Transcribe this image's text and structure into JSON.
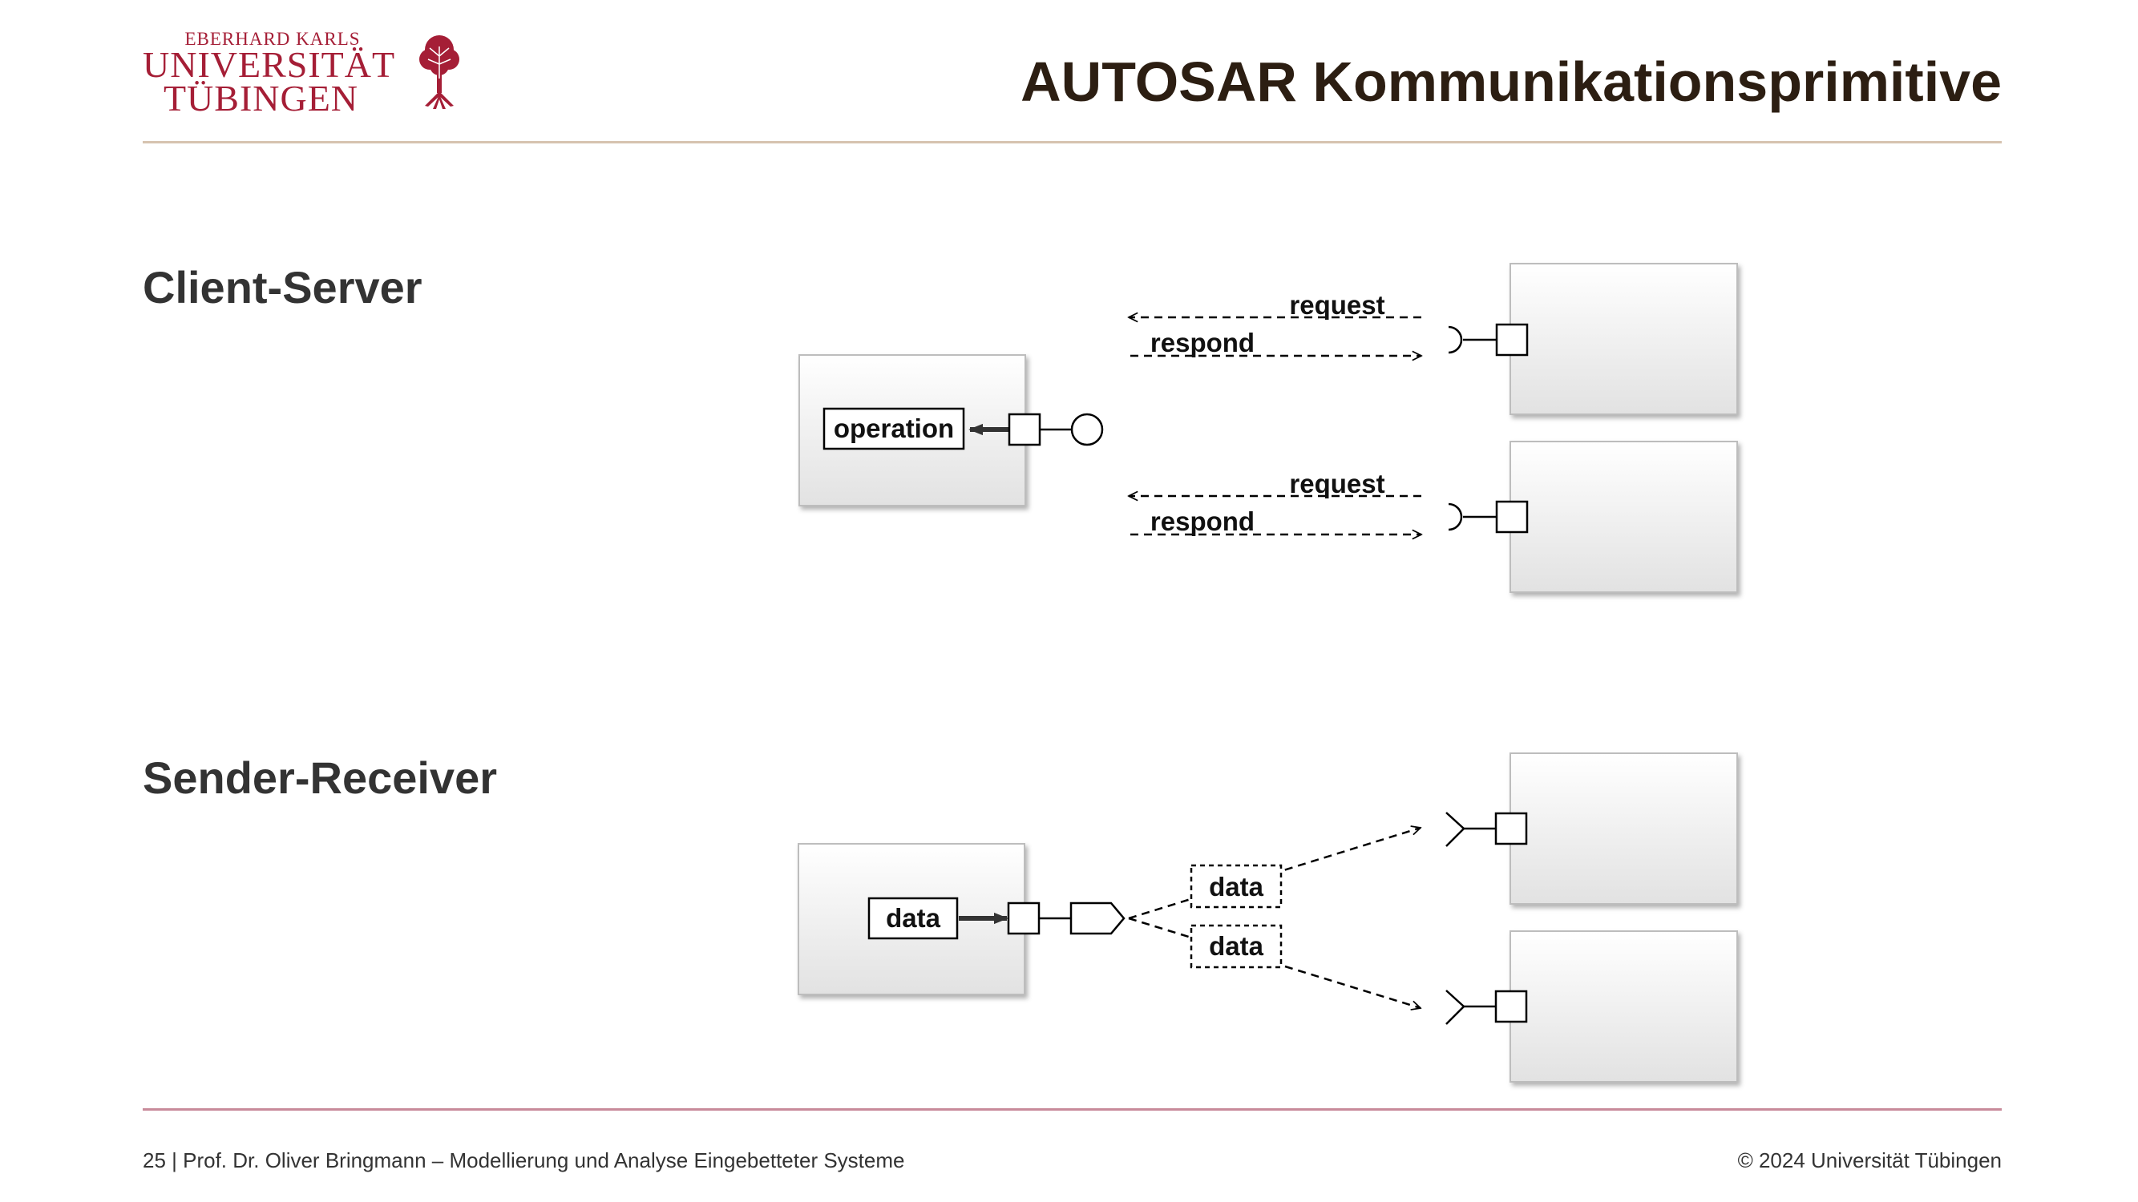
{
  "logo": {
    "line1": "EBERHARD KARLS",
    "line2": "UNIVERSITÄT",
    "line3": "TÜBINGEN"
  },
  "header": {
    "title": "AUTOSAR Kommunikationsprimitive"
  },
  "sections": {
    "client_server": {
      "heading": "Client-Server",
      "operation_label": "operation",
      "upper_request_label": "request",
      "upper_respond_label": "respond",
      "lower_request_label": "request",
      "lower_respond_label": "respond"
    },
    "sender_receiver": {
      "heading": "Sender-Receiver",
      "data_label": "data",
      "upper_data_label": "data",
      "lower_data_label": "data"
    }
  },
  "footer": {
    "left": "25 | Prof. Dr. Oliver Bringmann – Modellierung und Analyse Eingebetteter Systeme",
    "right": "© 2024 Universität Tübingen"
  },
  "colors": {
    "brand_red": "#a51e36",
    "title_brown": "#2c1e12",
    "rule_beige": "#d6c3b0",
    "rule_rose": "#c88a9a"
  }
}
